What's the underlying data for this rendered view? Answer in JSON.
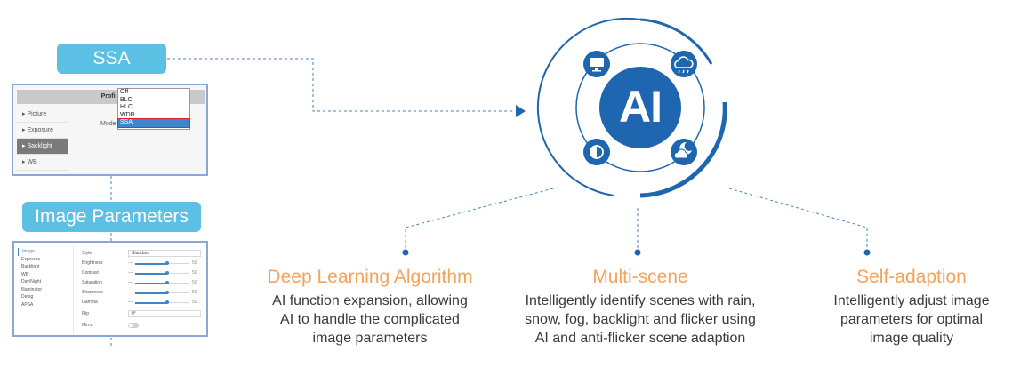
{
  "ssa_section": {
    "pill_label": "SSA",
    "panel": {
      "header": "Profile",
      "mode_label": "Mode",
      "nav_items": [
        "Picture",
        "Exposure",
        "Backlight",
        "WB"
      ],
      "active_nav": "Backlight",
      "dropdown_options": [
        "Off",
        "BLC",
        "HLC",
        "WDR",
        "SSA"
      ],
      "selected_option": "SSA"
    }
  },
  "image_params_section": {
    "pill_label": "Image Parameters",
    "panel": {
      "side_items": [
        "Image",
        "Exposure",
        "Backlight",
        "WB",
        "Day/Night",
        "Illuminator",
        "Defog",
        "APSA"
      ],
      "active_side": "Image",
      "rows": {
        "style": {
          "label": "Style",
          "value": "Standard"
        },
        "brightness": {
          "label": "Brightness",
          "value": "50"
        },
        "contrast": {
          "label": "Contrast",
          "value": "50"
        },
        "saturation": {
          "label": "Saturation",
          "value": "50"
        },
        "sharpness": {
          "label": "Sharpness",
          "value": "50"
        },
        "gamma": {
          "label": "Gamma",
          "value": "50"
        },
        "flip": {
          "label": "Flip",
          "value": "0°"
        },
        "mirror": {
          "label": "Mirror"
        }
      }
    }
  },
  "ai_icon": {
    "label": "AI",
    "sub_icons": [
      "monitor-icon",
      "cloud-icon",
      "contrast-icon",
      "night-cloud-icon"
    ],
    "primary_color": "#1f66b0"
  },
  "features": [
    {
      "title": "Deep Learning Algorithm",
      "lines": [
        "AI function expansion, allowing",
        "AI to handle the complicated",
        "image parameters"
      ]
    },
    {
      "title": "Multi-scene",
      "lines": [
        "Intelligently identify scenes with rain,",
        "snow, fog, backlight and flicker using",
        "AI and anti-flicker scene adaption"
      ]
    },
    {
      "title": "Self-adaption",
      "lines": [
        "Intelligently adjust image",
        "parameters for optimal",
        "image quality"
      ]
    }
  ],
  "colors": {
    "accent_blue": "#1f66b0",
    "pill_blue": "#5bc0e4",
    "feature_title_orange": "#f5a25a"
  }
}
